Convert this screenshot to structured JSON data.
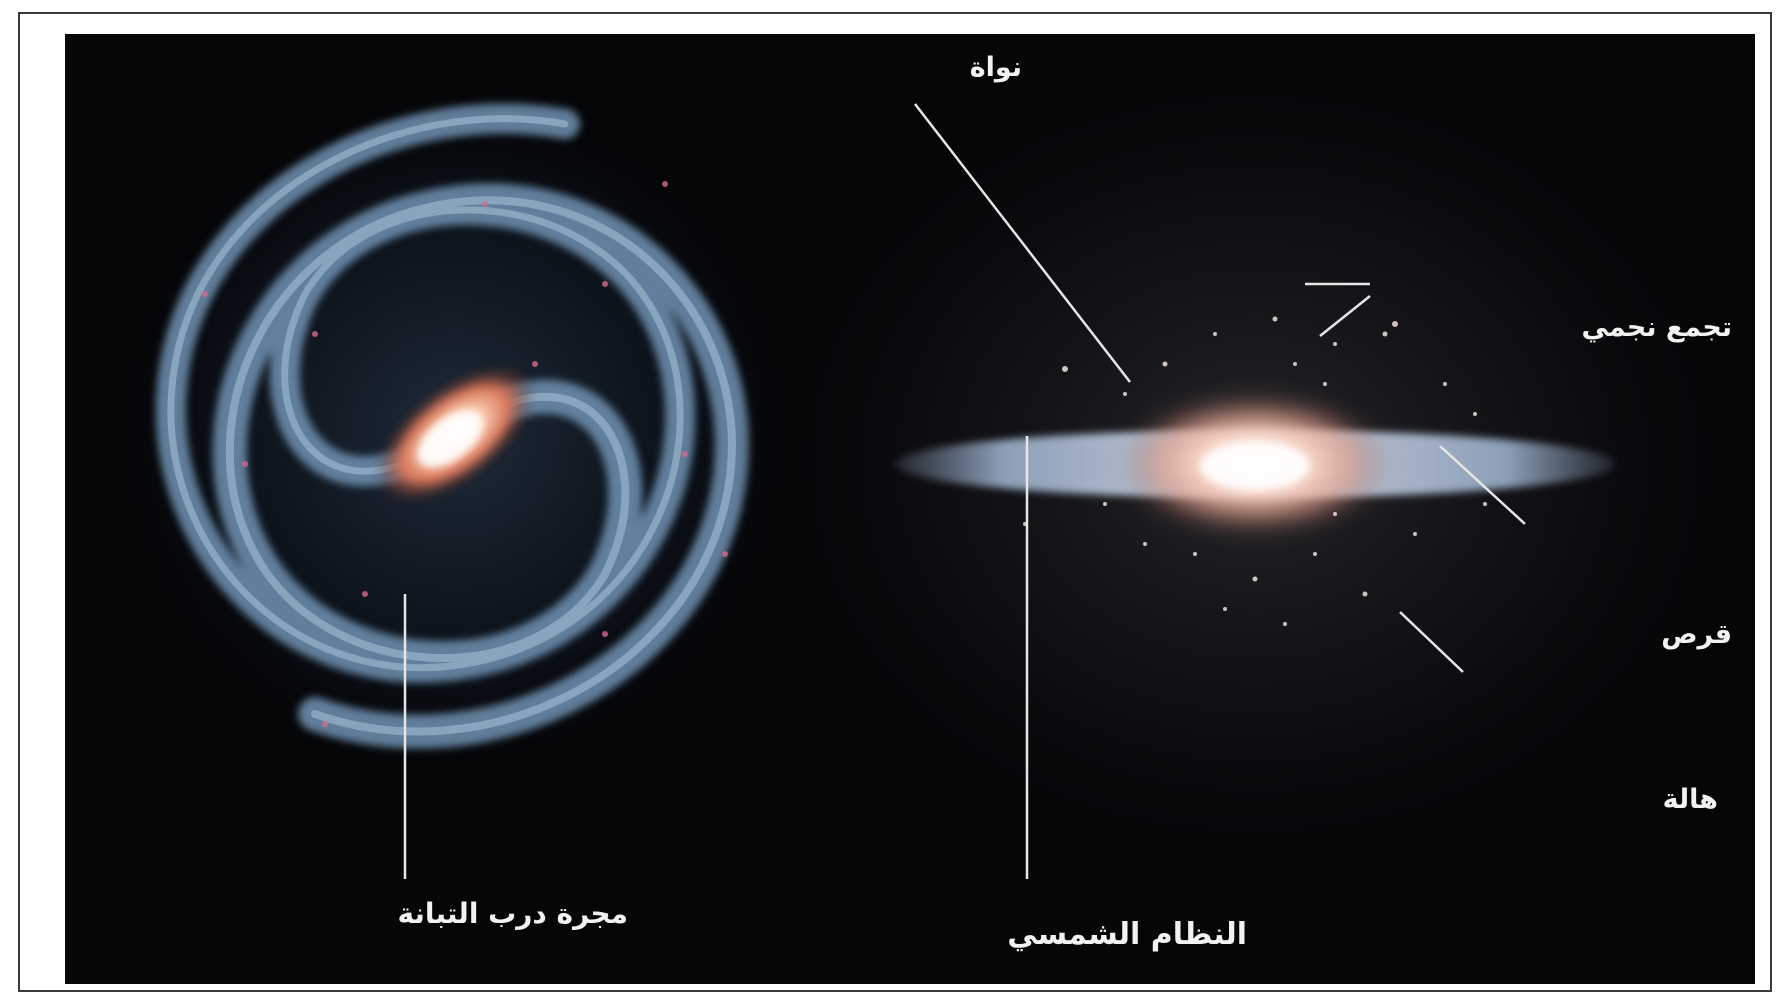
{
  "labels": {
    "nucleus": "نواة",
    "star_cluster": "تجمع نجمي",
    "disk": "قرص",
    "halo": "هالة",
    "milky_way": "مجرة درب التبانة",
    "solar_system": "النظام الشمسي"
  },
  "colors": {
    "background": "#050608",
    "frame": "#3a3a3a",
    "spiral_arm": "#6f93b4",
    "core": "#f4c4a0",
    "label_text": "#f2f2f2",
    "leader_line": "#e6e6e6"
  }
}
